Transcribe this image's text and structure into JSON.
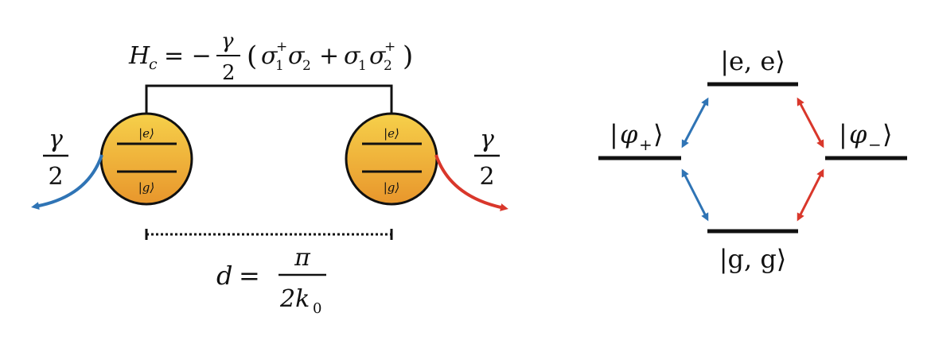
{
  "hamiltonian": {
    "lhs": "H",
    "lhs_sub": "c",
    "equals": "= −",
    "frac_num": "γ",
    "frac_den": "2",
    "open": "(",
    "term1_a": "σ",
    "term1_a_sub": "1",
    "term1_a_sup": "+",
    "term1_b": "σ",
    "term1_b_sub": "2",
    "plus": "+",
    "term2_a": "σ",
    "term2_a_sub": "1",
    "term2_b": "σ",
    "term2_b_sub": "2",
    "term2_b_sup": "+",
    "close": ")"
  },
  "atoms": {
    "left": {
      "excited_label": "|e⟩",
      "ground_label": "|g⟩"
    },
    "right": {
      "excited_label": "|e⟩",
      "ground_label": "|g⟩"
    }
  },
  "decay": {
    "left": {
      "num": "γ",
      "den": "2"
    },
    "right": {
      "num": "γ",
      "den": "2"
    }
  },
  "distance": {
    "lhs": "d",
    "equals": "=",
    "num": "π",
    "den": "2k",
    "den_sub": "0"
  },
  "levels": {
    "ee": "|e, e⟩",
    "gg": "|g, g⟩",
    "phi_plus": {
      "bra": "|",
      "phi": "φ",
      "sub": "+",
      "ket": "⟩"
    },
    "phi_minus": {
      "bra": "|",
      "phi": "φ",
      "sub": "−",
      "ket": "⟩"
    }
  },
  "colors": {
    "blue": "#2f74b5",
    "red": "#d9372b",
    "atom_top": "#f3c63c",
    "atom_bottom": "#e89a2e",
    "line": "#111111"
  }
}
